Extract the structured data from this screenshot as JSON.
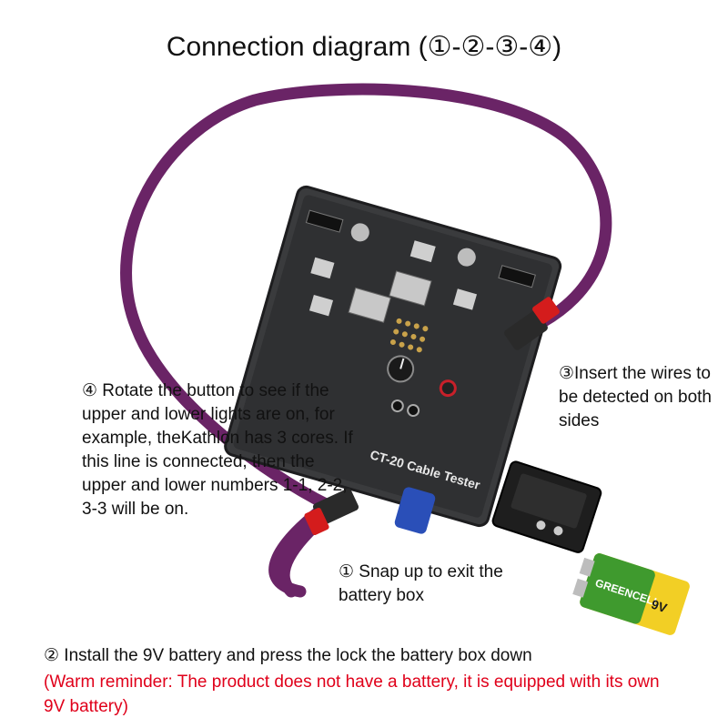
{
  "title": "Connection diagram (①-②-③-④)",
  "callouts": {
    "step4": "④ Rotate the button to see if the upper and lower lights are on, for example, theKathlon has 3 cores. If this line is connected, then the upper and lower numbers 1-1, 2-2, 3-3 will be on.",
    "step3": "③Insert the wires to be detected on both sides",
    "step1": "① Snap up to exit the battery box",
    "step2": "② Install the 9V battery and press the lock the battery box down",
    "warning": "(Warm reminder: The product does not have a battery, it is equipped with its own 9V battery)"
  },
  "device": {
    "model_label": "CT-20 Cable Tester"
  },
  "battery": {
    "brand": "GREENCELL",
    "voltage": "9V"
  },
  "colors": {
    "cable": "#6a2466",
    "device_body": "#3a3b3d",
    "connector_accent": "#d41c1c",
    "battery_green": "#3f9a2e",
    "battery_yellow": "#f2cf25",
    "warning_text": "#e0001a"
  }
}
